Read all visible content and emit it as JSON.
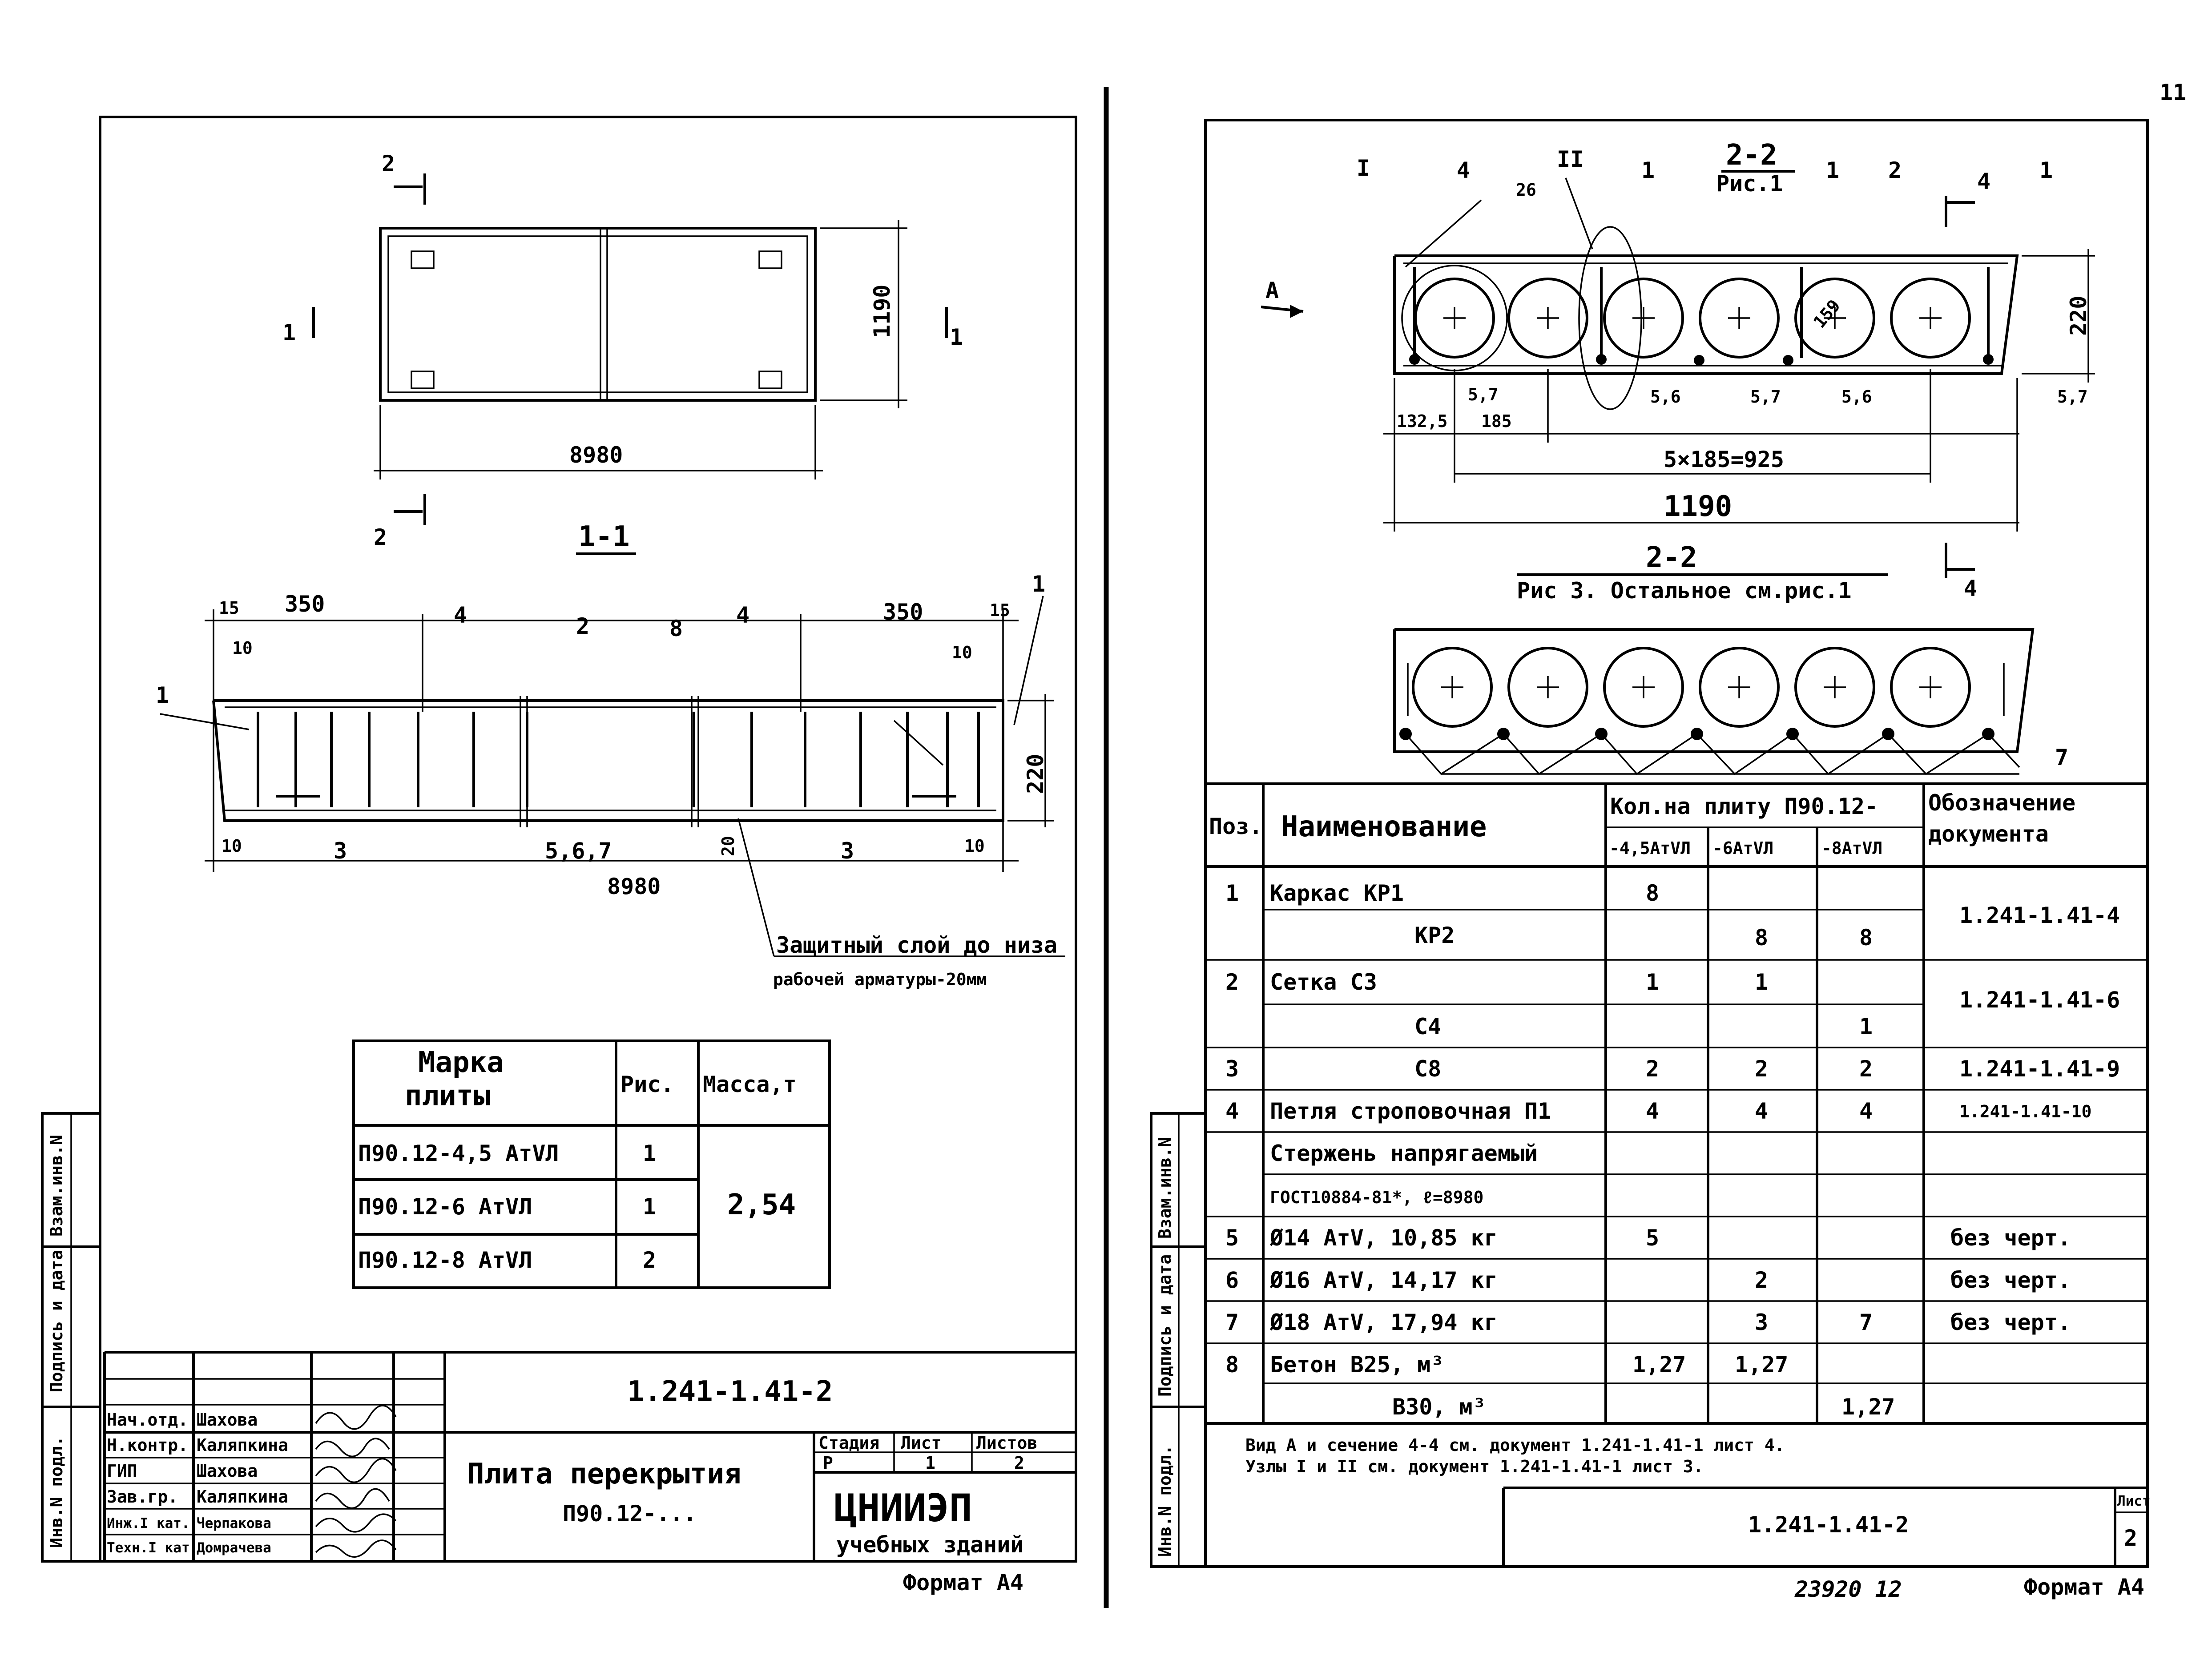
{
  "sheet_corner": "11",
  "left_sheet": {
    "plan": {
      "width_dim": "8980",
      "height_dim": "1190",
      "section_marks": [
        "2",
        "2",
        "1",
        "1"
      ]
    },
    "section_1_1": {
      "title": "1-1",
      "dims_top": [
        "15",
        "350",
        "350",
        "15"
      ],
      "dims_small": [
        "10",
        "10",
        "10",
        "10"
      ],
      "height_dim": "220",
      "length_dim": "8980",
      "cover_dim": "20",
      "callouts": [
        "1",
        "4",
        "2",
        "8",
        "4",
        "1",
        "3",
        "5,6,7",
        "3"
      ],
      "note_line1": "Защитный слой до низа",
      "note_line2": "рабочей арматуры-20мм"
    },
    "mass_table": {
      "headers": [
        "Марка",
        "плиты",
        "Рис.",
        "Масса,т"
      ],
      "rows": [
        {
          "mark": "П90.12-4,5 АтVЛ",
          "fig": "1"
        },
        {
          "mark": "П90.12-6 АтVЛ",
          "fig": "1"
        },
        {
          "mark": "П90.12-8 АтVЛ",
          "fig": "2"
        }
      ],
      "mass": "2,54"
    },
    "side_stamp": [
      "Инв.N подл.",
      "Подпись и дата",
      "Взам.инв.N"
    ],
    "title_block": {
      "doc_code": "1.241-1.41-2",
      "roles": [
        "Нач.отд.",
        "Н.контр.",
        "ГИП",
        "Зав.гр.",
        "Инж.I кат.",
        "Техн.I кат."
      ],
      "names": [
        "Шахова",
        "Каляпкина",
        "Шахова",
        "Каляпкина",
        "Черпакова",
        "Домрачева"
      ],
      "signatures": [
        "Шахова",
        "Каляпкина",
        "Шахова",
        "Каляпкина",
        "Черпакова",
        "Домрачева"
      ],
      "title_line1": "Плита перекрытия",
      "title_line2": "П90.12-...",
      "stage_label": "Стадия",
      "sheet_label": "Лист",
      "sheets_label": "Листов",
      "stage": "Р",
      "sheet": "1",
      "sheets": "2",
      "org_name": "ЦНИИЭП",
      "org_sub": "учебных зданий",
      "format": "Формат А4"
    }
  },
  "right_sheet": {
    "section_2_2_top": {
      "title": "2-2",
      "subtitle": "Рис.1",
      "callouts": [
        "I",
        "4",
        "II",
        "1",
        "1",
        "2",
        "4",
        "1"
      ],
      "arrow_label": "А",
      "dims": [
        "26",
        "159",
        "220",
        "5,7",
        "5,6",
        "5,7",
        "5,6",
        "5,7",
        "132,5",
        "185",
        "5×185=925",
        "1190"
      ]
    },
    "section_2_2_bottom": {
      "title": "2-2",
      "subtitle": "Рис 3. Остальное см.рис.1",
      "callout": "7",
      "mark": "4"
    },
    "spec_table": {
      "h_pos": "Поз.",
      "h_name": "Наименование",
      "h_qty": "Кол.на плиту П90.12-",
      "h_q1": "-4,5АтVЛ",
      "h_q2": "-6АтVЛ",
      "h_q3": "-8АтVЛ",
      "h_doc": "Обозначение документа",
      "rows": [
        {
          "pos": "1",
          "name": "Каркас  КР1",
          "q1": "8",
          "q2": "",
          "q3": "",
          "doc": "1.241-1.41-4"
        },
        {
          "pos": "",
          "name": "КР2",
          "q1": "",
          "q2": "8",
          "q3": "8",
          "doc": ""
        },
        {
          "pos": "2",
          "name": "Сетка  С3",
          "q1": "1",
          "q2": "1",
          "q3": "",
          "doc": "1.241-1.41-6"
        },
        {
          "pos": "",
          "name": "С4",
          "q1": "",
          "q2": "",
          "q3": "1",
          "doc": ""
        },
        {
          "pos": "3",
          "name": "С8",
          "q1": "2",
          "q2": "2",
          "q3": "2",
          "doc": "1.241-1.41-9"
        },
        {
          "pos": "4",
          "name": "Петля строповочная П1",
          "q1": "4",
          "q2": "4",
          "q3": "4",
          "doc": "1.241-1.41-10"
        },
        {
          "pos": "",
          "name": "Стержень напрягаемый",
          "q1": "",
          "q2": "",
          "q3": "",
          "doc": ""
        },
        {
          "pos": "",
          "name": "ГОСТ10884-81*, ℓ=8980",
          "q1": "",
          "q2": "",
          "q3": "",
          "doc": ""
        },
        {
          "pos": "5",
          "name": "Ø14 АтV, 10,85 кг",
          "q1": "5",
          "q2": "",
          "q3": "",
          "doc": "без черт."
        },
        {
          "pos": "6",
          "name": "Ø16 АтV, 14,17 кг",
          "q1": "",
          "q2": "2",
          "q3": "",
          "doc": "без черт."
        },
        {
          "pos": "7",
          "name": "Ø18 АтV, 17,94 кг",
          "q1": "",
          "q2": "3",
          "q3": "7",
          "doc": "без черт."
        },
        {
          "pos": "8",
          "name": "Бетон В25, м³",
          "q1": "1,27",
          "q2": "1,27",
          "q3": "",
          "doc": ""
        },
        {
          "pos": "",
          "name": "В30, м³",
          "q1": "",
          "q2": "",
          "q3": "1,27",
          "doc": ""
        }
      ]
    },
    "note_line1": "Вид А и сечение 4-4 см. документ 1.241-1.41-1 лист 4.",
    "note_line2": "Узлы I и II см. документ 1.241-1.41-1 лист 3.",
    "side_stamp": [
      "Инв.N подл.",
      "Подпись и дата",
      "Взам.инв.N"
    ],
    "doc_code": "1.241-1.41-2",
    "sheet_label": "Лист",
    "sheet_no": "2",
    "bottom_number": "23920   12",
    "format": "Формат А4"
  }
}
